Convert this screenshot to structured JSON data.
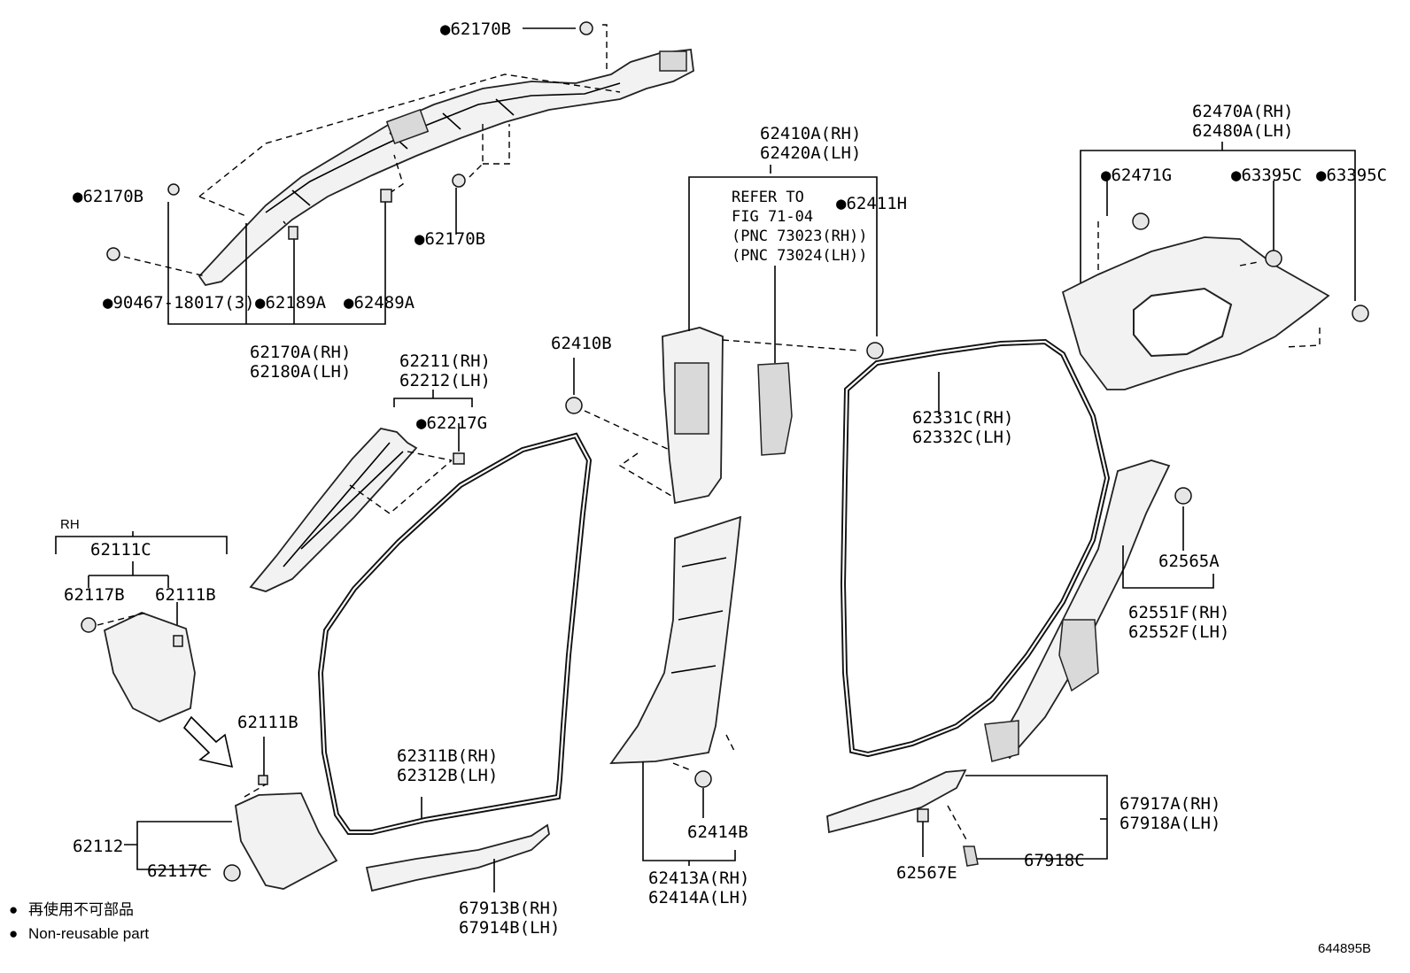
{
  "diagram_number": "644895B",
  "legend": {
    "marker": "●",
    "jp": "再使用不可部品",
    "en": "Non-reusable part"
  },
  "rh_header": "RH",
  "refer_note": {
    "line1": "REFER TO",
    "line2": "FIG 71-04",
    "line3": "(PNC 73023(RH))",
    "line4": "(PNC 73024(LH))"
  },
  "labels": {
    "p62170B_top": "●62170B",
    "p62170B_left": "●62170B",
    "p62170B_mid": "●62170B",
    "p90467": "●90467-18017(3)",
    "p62189A": "●62189A",
    "p62489A": "●62489A",
    "p62170A_rh": "62170A(RH)",
    "p62180A_lh": "62180A(LH)",
    "p62211_rh": "62211(RH)",
    "p62212_lh": "62212(LH)",
    "p62217G": "●62217G",
    "p62111C": "62111C",
    "p62117B": "62117B",
    "p62111B_a": "62111B",
    "p62111B_b": "62111B",
    "p62112": "62112",
    "p62117C": "62117C",
    "p62311B_rh": "62311B(RH)",
    "p62312B_lh": "62312B(LH)",
    "p67913B_rh": "67913B(RH)",
    "p67914B_lh": "67914B(LH)",
    "p62410B": "62410B",
    "p62410A_rh": "62410A(RH)",
    "p62420A_lh": "62420A(LH)",
    "p62411H": "●62411H",
    "p62414B": "62414B",
    "p62413A_rh": "62413A(RH)",
    "p62414A_lh": "62414A(LH)",
    "p62331C_rh": "62331C(RH)",
    "p62332C_lh": "62332C(LH)",
    "p62470A_rh": "62470A(RH)",
    "p62480A_lh": "62480A(LH)",
    "p62471G": "●62471G",
    "p63395C_a": "●63395C",
    "p63395C_b": "●63395C",
    "p62565A": "62565A",
    "p62551F_rh": "62551F(RH)",
    "p62552F_lh": "62552F(LH)",
    "p67917A_rh": "67917A(RH)",
    "p67918A_lh": "67918A(LH)",
    "p67918C": "67918C",
    "p62567E": "62567E"
  }
}
